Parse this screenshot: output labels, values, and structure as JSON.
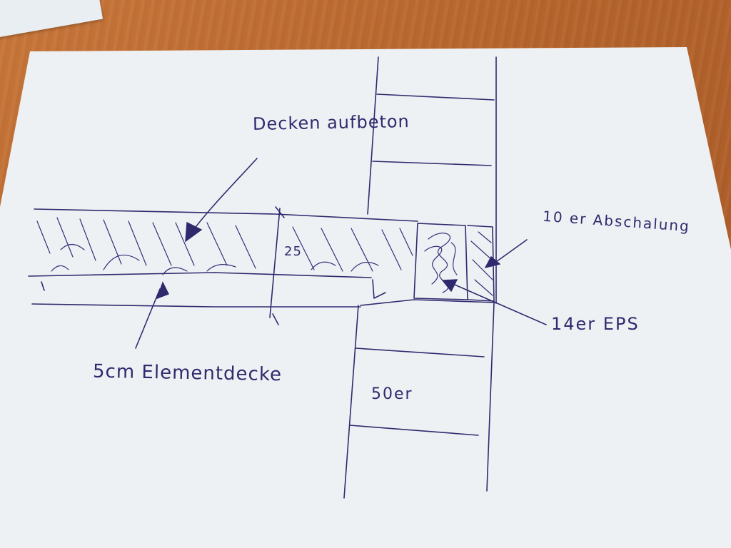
{
  "sketch": {
    "labels": {
      "aufbeton": "Decken aufbeton",
      "dimension": "25",
      "abschalung": "10 er Abschalung",
      "eps": "14er EPS",
      "elementdecke": "5cm Elementdecke",
      "wall": "50er"
    }
  },
  "colors": {
    "ink": "#2f2a6e",
    "paper": "#eef1f4",
    "table": "#b5642c"
  }
}
